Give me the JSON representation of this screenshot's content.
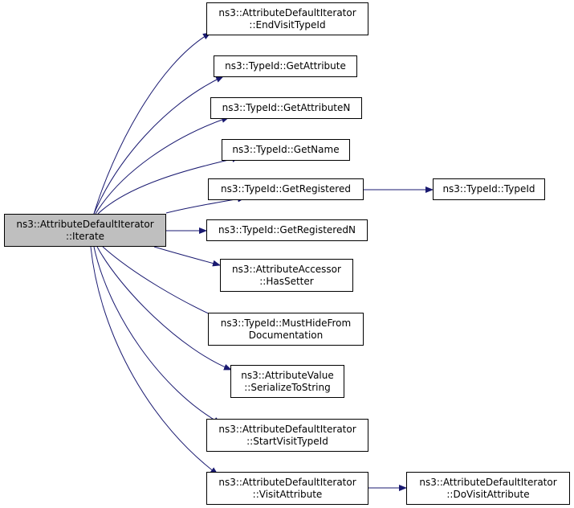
{
  "colors": {
    "edge": "#191970",
    "root_fill": "#bfbfbf",
    "node_fill": "#ffffff",
    "border": "#000000"
  },
  "nodes": {
    "root": [
      "ns3::AttributeDefaultIterator",
      "::Iterate"
    ],
    "end_visit": [
      "ns3::AttributeDefaultIterator",
      "::EndVisitTypeId"
    ],
    "get_attr": [
      "ns3::TypeId::GetAttribute"
    ],
    "get_attr_n": [
      "ns3::TypeId::GetAttributeN"
    ],
    "get_name": [
      "ns3::TypeId::GetName"
    ],
    "get_registered": [
      "ns3::TypeId::GetRegistered"
    ],
    "typeid": [
      "ns3::TypeId::TypeId"
    ],
    "get_registered_n": [
      "ns3::TypeId::GetRegisteredN"
    ],
    "has_setter": [
      "ns3::AttributeAccessor",
      "::HasSetter"
    ],
    "must_hide": [
      "ns3::TypeId::MustHideFrom",
      "Documentation"
    ],
    "serialize": [
      "ns3::AttributeValue",
      "::SerializeToString"
    ],
    "start_visit": [
      "ns3::AttributeDefaultIterator",
      "::StartVisitTypeId"
    ],
    "visit_attr": [
      "ns3::AttributeDefaultIterator",
      "::VisitAttribute"
    ],
    "do_visit": [
      "ns3::AttributeDefaultIterator",
      "::DoVisitAttribute"
    ]
  },
  "edges": [
    [
      "root",
      "end_visit"
    ],
    [
      "root",
      "get_attr"
    ],
    [
      "root",
      "get_attr_n"
    ],
    [
      "root",
      "get_name"
    ],
    [
      "root",
      "get_registered"
    ],
    [
      "root",
      "get_registered_n"
    ],
    [
      "root",
      "has_setter"
    ],
    [
      "root",
      "must_hide"
    ],
    [
      "root",
      "serialize"
    ],
    [
      "root",
      "start_visit"
    ],
    [
      "root",
      "visit_attr"
    ],
    [
      "get_registered",
      "typeid"
    ],
    [
      "visit_attr",
      "do_visit"
    ]
  ]
}
